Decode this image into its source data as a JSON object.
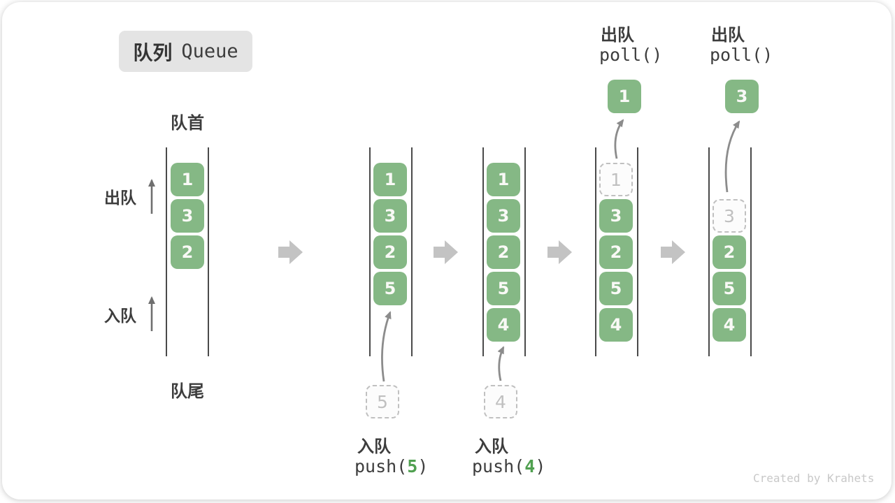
{
  "badge": {
    "title_cn": "队列",
    "title_en": "Queue"
  },
  "labels": {
    "front": "队首",
    "rear": "队尾",
    "dequeue_side": "出队",
    "enqueue_side": "入队"
  },
  "queues": [
    {
      "name": "state-1",
      "slots": [
        "1",
        "3",
        "2"
      ]
    },
    {
      "name": "state-2",
      "slots": [
        "1",
        "3",
        "2",
        "5"
      ],
      "incoming_value": "5"
    },
    {
      "name": "state-3",
      "slots": [
        "1",
        "3",
        "2",
        "5",
        "4"
      ],
      "incoming_value": "4"
    },
    {
      "name": "state-4",
      "ghost_value": "1",
      "slots": [
        "3",
        "2",
        "5",
        "4"
      ],
      "out_value": "1"
    },
    {
      "name": "state-5",
      "ghost_value": "3",
      "slots": [
        "2",
        "5",
        "4"
      ],
      "out_value": "3"
    }
  ],
  "operations": {
    "push_5": {
      "label": "入队",
      "code_pre": "push(",
      "code_arg": "5",
      "code_post": ")"
    },
    "push_4": {
      "label": "入队",
      "code_pre": "push(",
      "code_arg": "4",
      "code_post": ")"
    },
    "poll_1": {
      "label": "出队",
      "code": "poll()"
    },
    "poll_2": {
      "label": "出队",
      "code": "poll()"
    }
  },
  "watermark": "Created by Krahets",
  "icons": {
    "step_arrow": "right-block-arrow",
    "direction_arrow": "up-arrow",
    "transfer_arrow": "curved-up-arrow"
  },
  "colors": {
    "block_green": "#85b885",
    "accent_green": "#50a050",
    "text_dark": "#3d3d3d",
    "ghost_gray": "#c0c0c0",
    "step_arrow_gray": "#c3c3c3",
    "badge_bg": "#e4e4e4",
    "container_line": "#4a4a4a",
    "curve_arrow_gray": "#8c8c8c",
    "watermark_gray": "#c8c8c8"
  }
}
